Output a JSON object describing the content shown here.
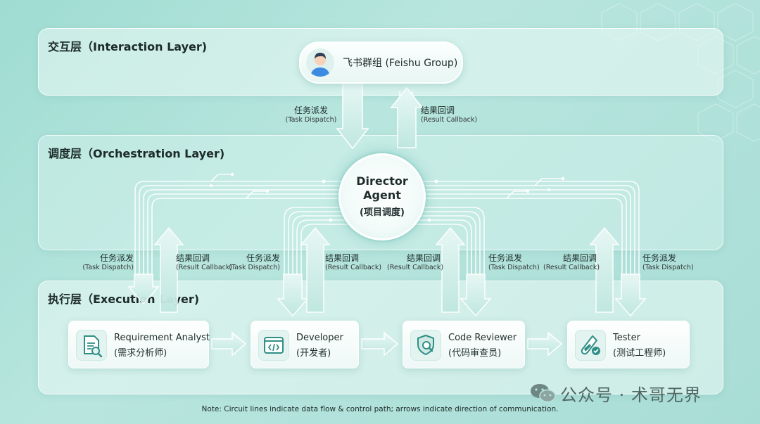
{
  "colors": {
    "background": "#a8ddd6",
    "circuit": "#ffffff",
    "icon_teal": "#2f8f86"
  },
  "layers": {
    "interaction": "交互层（Interaction Layer)",
    "orchestration": "调度层（Orchestration Layer)",
    "execution": "执行层（Execution Layer)"
  },
  "feishu": {
    "label": "飞书群组 (Feishu Group)",
    "icon": "user-avatar-icon"
  },
  "director": {
    "line1": "Director",
    "line2": "Agent",
    "line3": "(项目调度)"
  },
  "top_flows": {
    "dispatch": {
      "zh": "任务派发",
      "en": "(Task Dispatch)"
    },
    "callback": {
      "zh": "结果回调",
      "en": "(Result Callback)"
    }
  },
  "exec_flows": [
    {
      "zh": "任务派发",
      "en": "(Task Dispatch)"
    },
    {
      "zh": "结果回调",
      "en": "(Result Callback)"
    },
    {
      "zh": "任务派发",
      "en": "(Task Dispatch)"
    },
    {
      "zh": "结果回调",
      "en": "(Result Callback)"
    },
    {
      "zh": "结果回调",
      "en": "(Result Callback)"
    },
    {
      "zh": "任务派发",
      "en": "(Task Dispatch)"
    },
    {
      "zh": "结果回调",
      "en": "(Result Callback)"
    },
    {
      "zh": "任务派发",
      "en": "(Task Dispatch)"
    }
  ],
  "agents": [
    {
      "name": "Requirement Analyst",
      "zh": "(需求分析师)",
      "icon": "document-search-icon"
    },
    {
      "name": "Developer",
      "zh": "(开发者)",
      "icon": "code-window-icon"
    },
    {
      "name": "Code Reviewer",
      "zh": "(代码审查员)",
      "icon": "shield-search-icon"
    },
    {
      "name": "Tester",
      "zh": "(测试工程师)",
      "icon": "test-tube-icon"
    }
  ],
  "note": "Note: Circuit lines indicate data flow & control path; arrows indicate direction of communication.",
  "watermark": {
    "text": "公众号 · 术哥无界",
    "icon": "wechat-icon"
  }
}
